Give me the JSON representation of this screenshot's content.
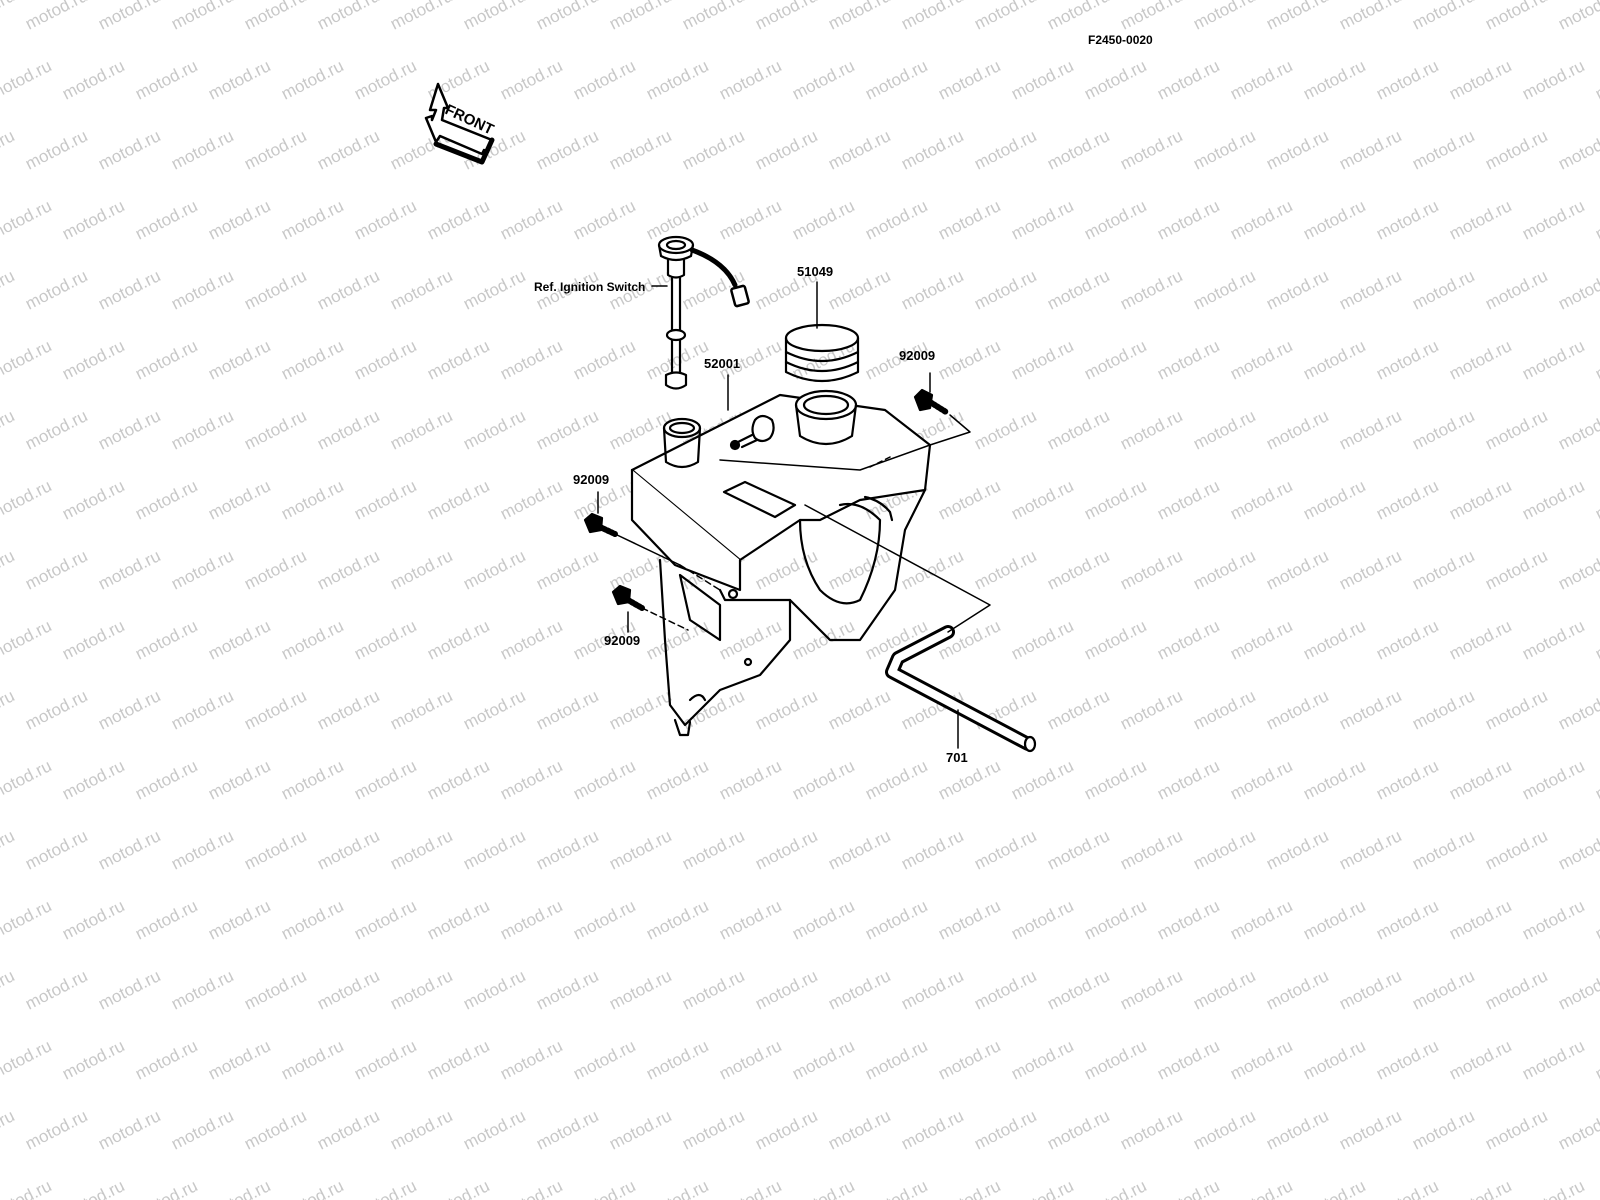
{
  "diagram_code": "F2450-0020",
  "front_label": "FRONT",
  "watermark_text": "motod.ru",
  "colors": {
    "line": "#000000",
    "background": "#ffffff",
    "watermark": "#c8c8c8"
  },
  "parts": {
    "ignition_ref": "Ref. Ignition Switch",
    "cap": "51049",
    "tank": "52001",
    "bolt_top_right": "92009",
    "bolt_left_upper": "92009",
    "bolt_left_lower": "92009",
    "hose": "701"
  }
}
